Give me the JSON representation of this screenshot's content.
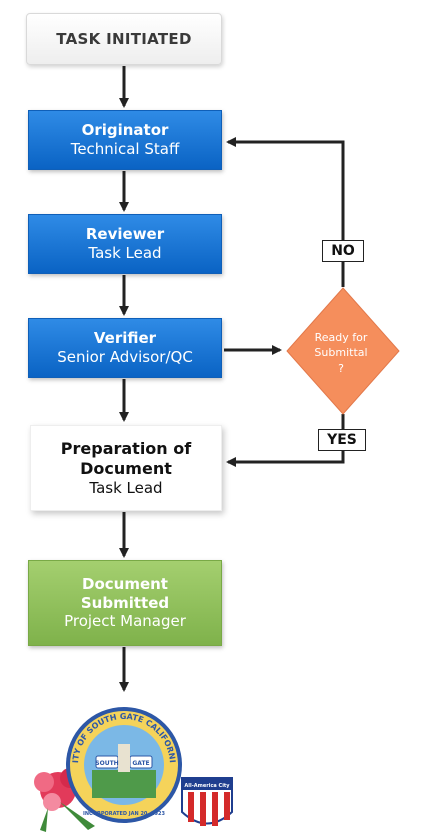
{
  "start": {
    "label": "TASK INITIATED"
  },
  "originator": {
    "title": "Originator",
    "subtitle": "Technical Staff"
  },
  "reviewer": {
    "title": "Reviewer",
    "subtitle": "Task Lead"
  },
  "verifier": {
    "title": "Verifier",
    "subtitle": "Senior Advisor/QC"
  },
  "decision": {
    "line1": "Ready for",
    "line2": "Submittal",
    "line3": "?"
  },
  "no_label": "NO",
  "yes_label": "YES",
  "preparation": {
    "title_line1": "Preparation of",
    "title_line2": "Document",
    "subtitle": "Task Lead"
  },
  "submitted": {
    "title_line1": "Document",
    "title_line2": "Submitted",
    "subtitle": "Project Manager"
  },
  "logo": {
    "ring_text": "CITY OF SOUTH GATE CALIFORNIA",
    "incorporated": "INCORPORATED JAN 20, 1923",
    "sign_left": "SOUTH",
    "sign_right": "GATE",
    "badge": "All-America City"
  },
  "colors": {
    "blue": "#1a75d9",
    "green": "#8cc05a",
    "diamond": "#f58e5c"
  }
}
